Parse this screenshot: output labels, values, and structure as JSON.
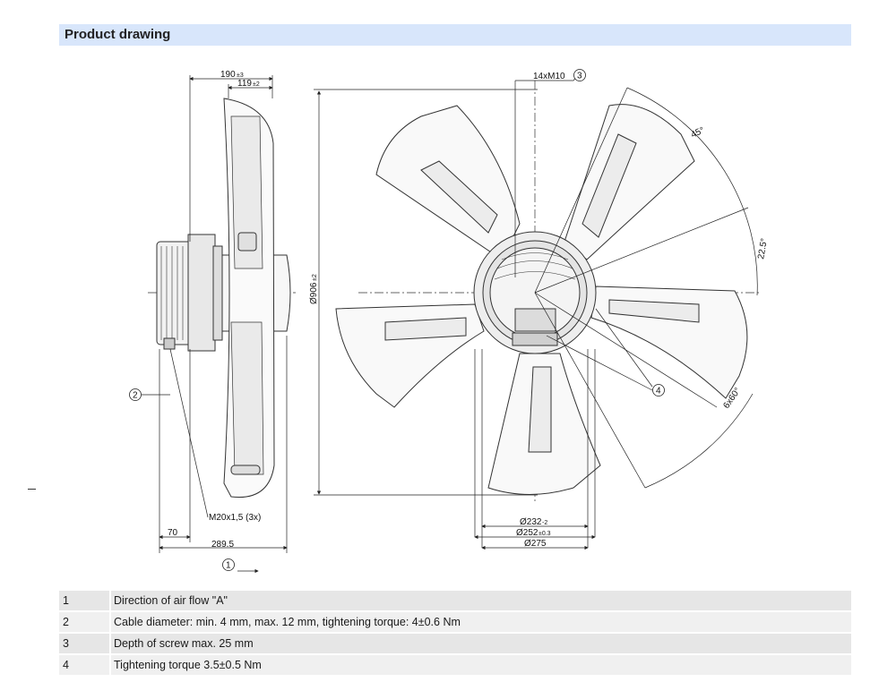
{
  "header": {
    "title": "Product drawing"
  },
  "drawing": {
    "side": {
      "dim_190": "190",
      "dim_190_tol": "±3",
      "dim_119": "119",
      "dim_119_tol": "±2",
      "dim_70": "70",
      "dim_289": "289.5",
      "cable_gland": "M20x1,5 (3x)",
      "diameter": "Ø906",
      "diameter_tol": "±2"
    },
    "front": {
      "screws": "14xM10",
      "angle_45": "45°",
      "angle_22": "22.5°",
      "angle_6x60": "6x60°",
      "d232": "Ø232",
      "d232_tol": "-2",
      "d252": "Ø252",
      "d252_tol": "±0.3",
      "d275": "Ø275"
    },
    "callouts": {
      "c1": "1",
      "c2": "2",
      "c3": "3",
      "c4": "4"
    }
  },
  "notes": [
    {
      "num": "1",
      "text": "Direction of air flow \"A\""
    },
    {
      "num": "2",
      "text": "Cable diameter: min. 4 mm, max. 12 mm, tightening torque: 4±0.6 Nm"
    },
    {
      "num": "3",
      "text": "Depth of screw max. 25 mm"
    },
    {
      "num": "4",
      "text": "Tightening torque 3.5±0.5 Nm"
    }
  ]
}
